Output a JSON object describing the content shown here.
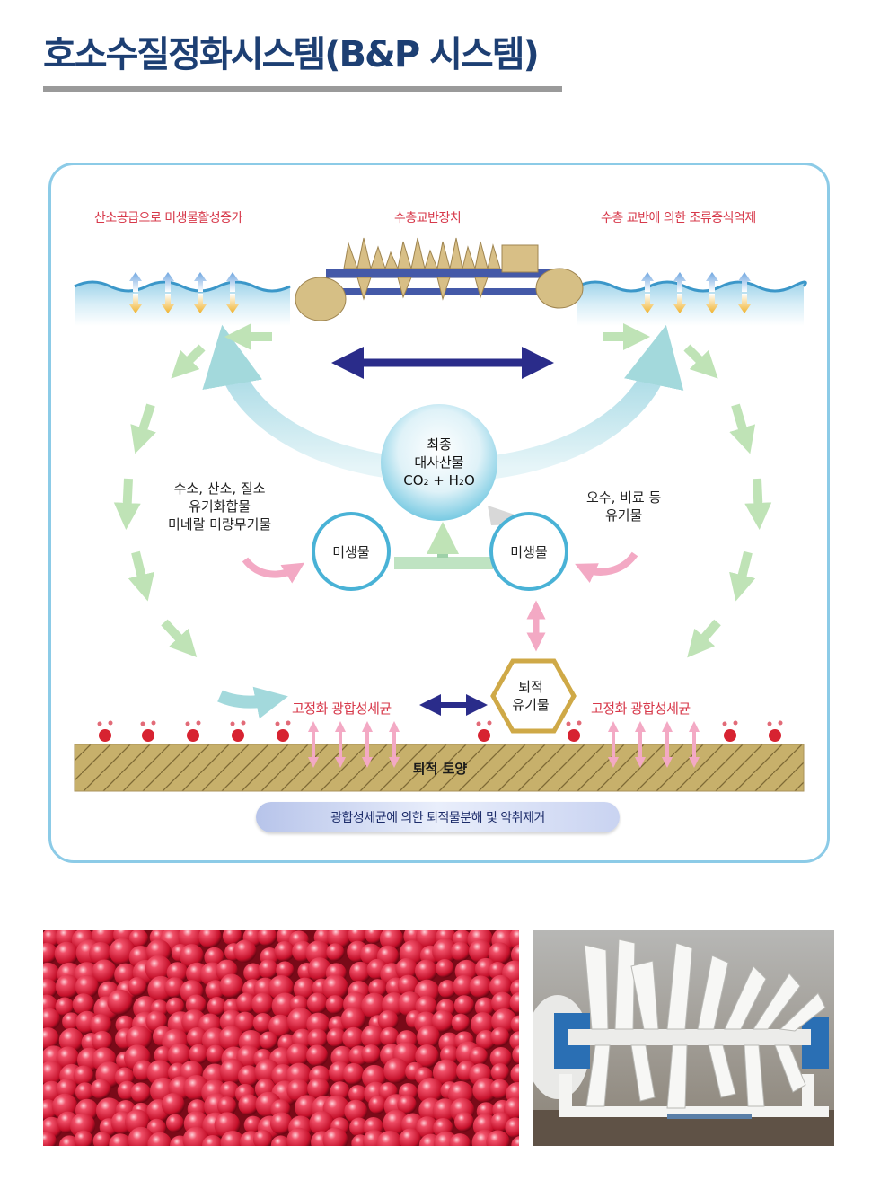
{
  "title": "호소수질정화시스템(B&P 시스템)",
  "diagram": {
    "top_left": "산소공급으로 미생물활성증가",
    "top_center": "수층교반장치",
    "top_right": "수층 교반에 의한 조류증식억제",
    "center_circle": [
      "최종",
      "대사산물",
      "CO₂ + H₂O"
    ],
    "left_text": [
      "수소, 산소, 질소",
      "유기화합물",
      "미네랄 미량무기물"
    ],
    "right_text": [
      "오수, 비료 등",
      "유기물"
    ],
    "microbe_label": "미생물",
    "hexagon": [
      "퇴적",
      "유기물"
    ],
    "fix_left": "고정화 광합성세균",
    "fix_right": "고정화 광합성세균",
    "soil": "퇴적 토양",
    "caption": "광합성세균에 의한 퇴적물분해 및 악취제거"
  },
  "photos": [
    {
      "name": "immobilized-bacteria-beads-photo"
    },
    {
      "name": "water-mixing-device-photo"
    }
  ]
}
